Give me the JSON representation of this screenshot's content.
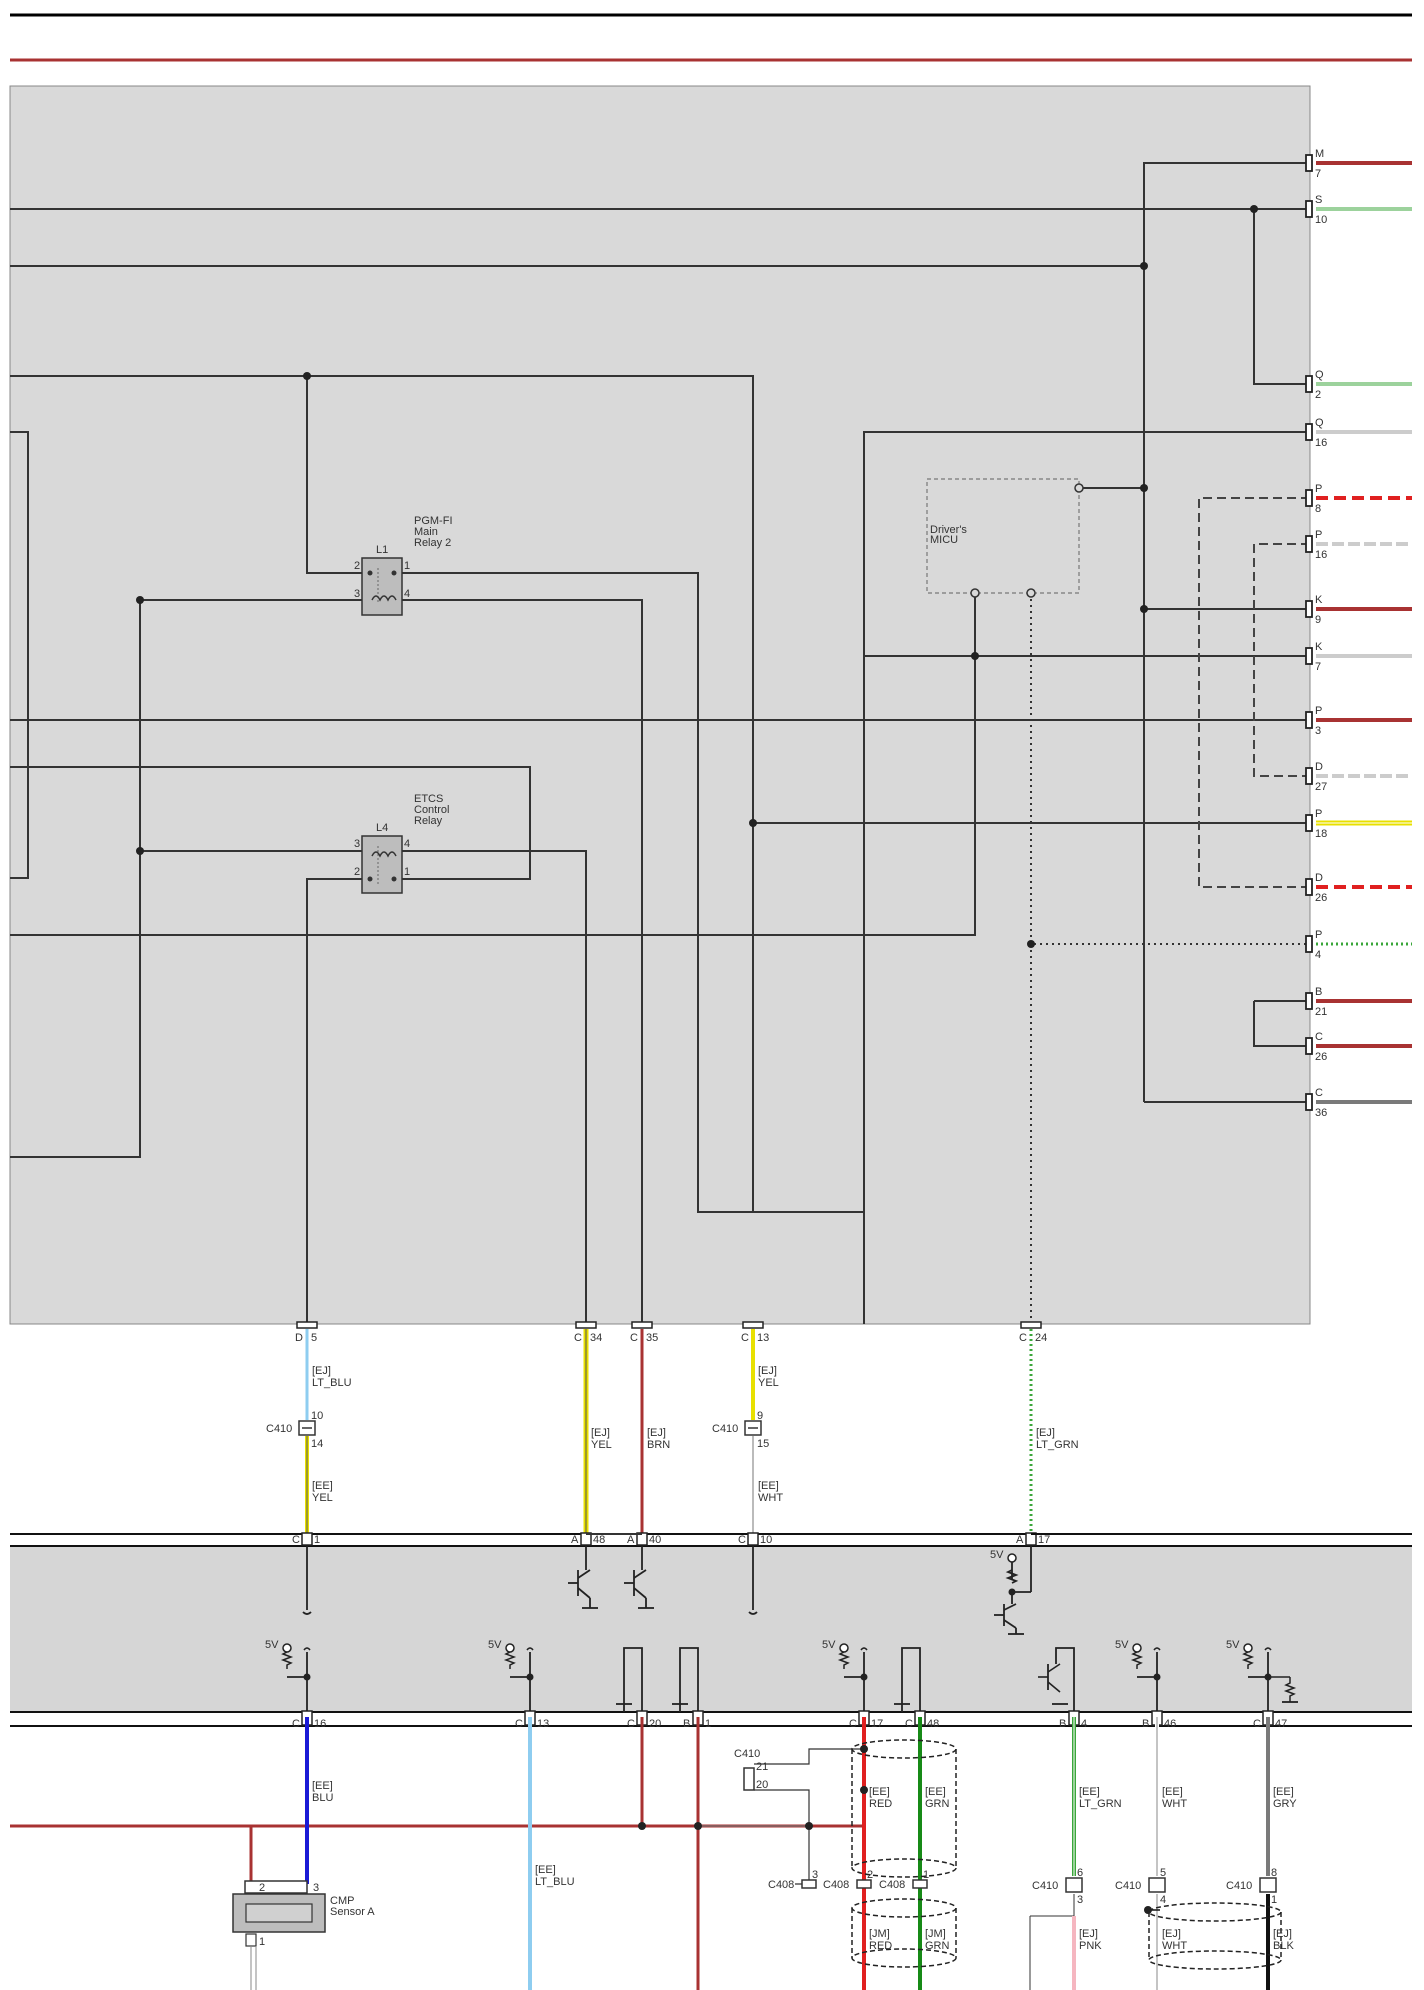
{
  "colors": {
    "ecm_box": "#d9d9d9",
    "lower_band": "#d6d6d6",
    "wire_red": "#a83232",
    "wire_green": "#3aa63a",
    "wire_yellow": "#e8e000",
    "wire_lt_blu": "#8ecdf0",
    "wire_blu": "#1a1ad6",
    "wire_brn": "#a83232",
    "wire_grn": "#178a17",
    "wire_gry": "#7a7a7a",
    "wire_pnk": "#f5b6c0",
    "wire_black": "#111111",
    "wire_internal": "#333333"
  },
  "relays": {
    "l1": {
      "title_1": "PGM-FI",
      "title_2": "Main",
      "title_3": "Relay 2",
      "ref": "L1",
      "pin_tl": "2",
      "pin_bl": "3",
      "pin_tr": "1",
      "pin_br": "4"
    },
    "l4": {
      "title_1": "ETCS",
      "title_2": "Control",
      "title_3": "Relay",
      "ref": "L4",
      "pin_tl": "3",
      "pin_bl": "2",
      "pin_tr": "4",
      "pin_br": "1"
    }
  },
  "micu": {
    "line1": "Driver's",
    "line2": "MICU"
  },
  "right_terminals": [
    {
      "connector": "M",
      "pin": "7"
    },
    {
      "connector": "S",
      "pin": "10"
    },
    {
      "connector": "Q",
      "pin": "2"
    },
    {
      "connector": "Q",
      "pin": "16"
    },
    {
      "connector": "P",
      "pin": "8"
    },
    {
      "connector": "P",
      "pin": "16"
    },
    {
      "connector": "K",
      "pin": "9"
    },
    {
      "connector": "K",
      "pin": "7"
    },
    {
      "connector": "P",
      "pin": "3"
    },
    {
      "connector": "D",
      "pin": "27"
    },
    {
      "connector": "P",
      "pin": "18"
    },
    {
      "connector": "D",
      "pin": "26"
    },
    {
      "connector": "P",
      "pin": "4"
    },
    {
      "connector": "B",
      "pin": "21"
    },
    {
      "connector": "C",
      "pin": "26"
    },
    {
      "connector": "C",
      "pin": "36"
    }
  ],
  "bottom_terminals": [
    {
      "connector": "D",
      "pin": "5"
    },
    {
      "connector": "C",
      "pin": "34"
    },
    {
      "connector": "C",
      "pin": "35"
    },
    {
      "connector": "C",
      "pin": "13"
    },
    {
      "connector": "C",
      "pin": "24"
    }
  ],
  "wire_labels_upper": [
    {
      "code": "[EJ]",
      "color": "LT_BLU"
    },
    {
      "code": "[EE]",
      "color": "YEL"
    },
    {
      "code": "[EJ]",
      "color": "YEL"
    },
    {
      "code": "[EJ]",
      "color": "BRN"
    },
    {
      "code": "[EJ]",
      "color": "YEL"
    },
    {
      "code": "[EE]",
      "color": "WHT"
    },
    {
      "code": "[EJ]",
      "color": "LT_GRN"
    }
  ],
  "c410_upper": [
    {
      "name": "C410",
      "pin_top": "10",
      "pin_bottom": "14"
    },
    {
      "name": "C410",
      "pin_top": "9",
      "pin_bottom": "15"
    }
  ],
  "mid_terminals": [
    {
      "connector": "C",
      "pin": "1"
    },
    {
      "connector": "A",
      "pin": "48"
    },
    {
      "connector": "A",
      "pin": "40"
    },
    {
      "connector": "C",
      "pin": "10"
    },
    {
      "connector": "A",
      "pin": "17"
    }
  ],
  "v5": "5V",
  "lower_terminals": [
    {
      "connector": "C",
      "pin": "16"
    },
    {
      "connector": "C",
      "pin": "13"
    },
    {
      "connector": "C",
      "pin": "20"
    },
    {
      "connector": "B",
      "pin": "1"
    },
    {
      "connector": "C",
      "pin": "17"
    },
    {
      "connector": "C",
      "pin": "48"
    },
    {
      "connector": "B",
      "pin": "4"
    },
    {
      "connector": "B",
      "pin": "46"
    },
    {
      "connector": "C",
      "pin": "47"
    }
  ],
  "wire_labels_lower": [
    {
      "code": "[EE]",
      "color": "BLU"
    },
    {
      "code": "[EE]",
      "color": "LT_BLU"
    },
    {
      "code": "[EE]",
      "color": "RED"
    },
    {
      "code": "[EE]",
      "color": "GRN"
    },
    {
      "code": "[EE]",
      "color": "LT_GRN"
    },
    {
      "code": "[EE]",
      "color": "WHT"
    },
    {
      "code": "[EE]",
      "color": "GRY"
    },
    {
      "code": "[JM]",
      "color": "RED"
    },
    {
      "code": "[JM]",
      "color": "GRN"
    },
    {
      "code": "[EJ]",
      "color": "PNK"
    },
    {
      "code": "[EJ]",
      "color": "WHT"
    },
    {
      "code": "[EJ]",
      "color": "BLK"
    }
  ],
  "c410_lower": {
    "name": "C410",
    "pin_top": "21",
    "pin_bottom": "20"
  },
  "c408_connectors": [
    {
      "name": "C408",
      "pin": "3"
    },
    {
      "name": "C408",
      "pin": "2"
    },
    {
      "name": "C408",
      "pin": "1"
    }
  ],
  "c410_bottom_row": [
    {
      "name": "C410",
      "pin_top": "6",
      "pin_bottom": "3"
    },
    {
      "name": "C410",
      "pin_top": "5",
      "pin_bottom": "4"
    },
    {
      "name": "C410",
      "pin_top": "8",
      "pin_bottom": "1"
    }
  ],
  "cmp_sensor": {
    "line1": "CMP",
    "line2": "Sensor A",
    "pin_a": "2",
    "pin_b": "3",
    "pin_c": "1"
  }
}
